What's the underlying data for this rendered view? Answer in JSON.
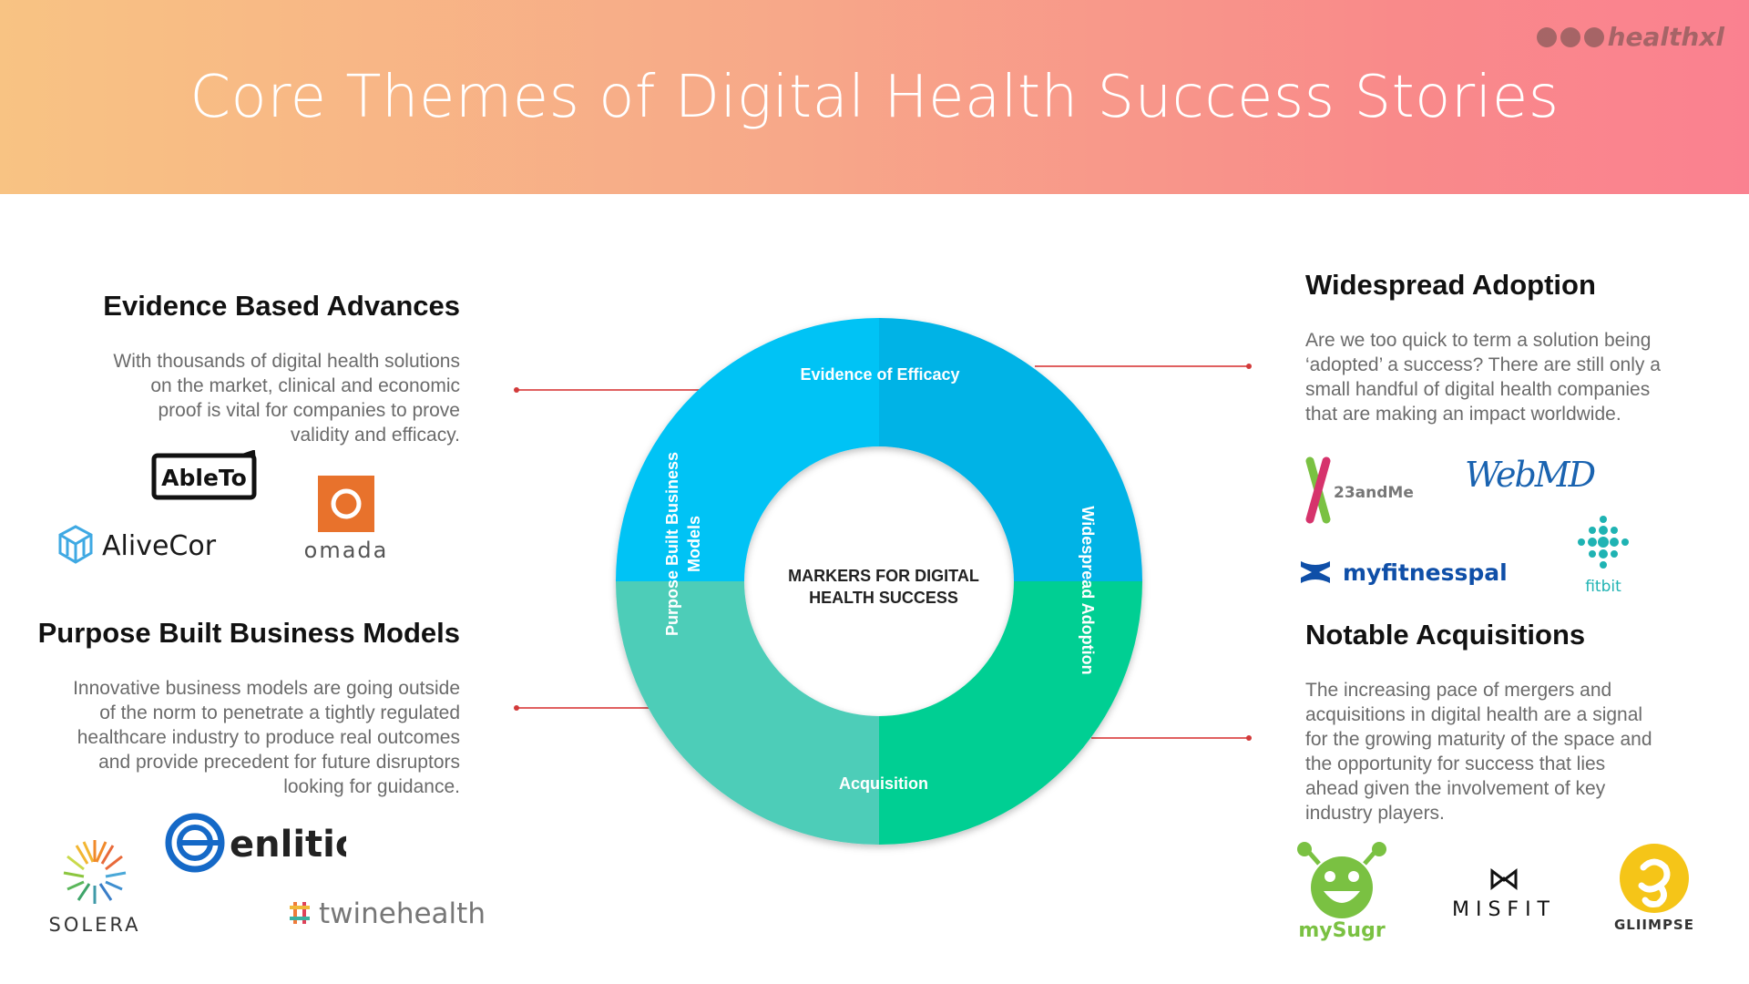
{
  "header": {
    "title": "Core Themes of Digital Health Success Stories",
    "brand": "healthxl"
  },
  "colors": {
    "efficacy": "#00c3f5",
    "adoption": "#00b3e8",
    "acquisition_green": "#00cf93",
    "acquisition_teal": "#4ecdb8",
    "connector": "#d23a3a"
  },
  "diagram": {
    "center_label": [
      "MARKERS FOR DIGITAL",
      "HEALTH SUCCESS"
    ],
    "segments": {
      "efficacy": "Evidence of Efficacy",
      "adoption": "Widespread Adoption",
      "acquisition": "Acquisition",
      "business_models": [
        "Purpose Built Business",
        "Models"
      ]
    }
  },
  "sections": {
    "evidence": {
      "title": "Evidence Based Advances",
      "body": [
        "With thousands of digital health solutions",
        "on the market, clinical and economic",
        "proof is vital for companies to prove",
        "validity and efficacy."
      ],
      "logos": [
        "AbleTo",
        "AliveCor",
        "omada"
      ]
    },
    "business": {
      "title": "Purpose Built Business Models",
      "body": [
        "Innovative business models are going outside",
        "of the norm to penetrate a tightly regulated",
        "healthcare industry to produce real outcomes",
        "and provide precedent for future disruptors",
        "looking for guidance."
      ],
      "logos": [
        "SOLERA",
        "enlitic",
        "twinehealth"
      ]
    },
    "adoption": {
      "title": "Widespread Adoption",
      "body": [
        "Are we too quick to term a solution being",
        "‘adopted’ a success? There are still only a",
        "small handful of digital health companies",
        "that are making an impact worldwide."
      ],
      "logos": [
        "23andMe",
        "WebMD",
        "myfitnesspal",
        "fitbit"
      ]
    },
    "acquisitions": {
      "title": "Notable Acquisitions",
      "body": [
        "The increasing pace of mergers and",
        "acquisitions in digital health are a signal",
        "for the growing maturity of the space and",
        "the opportunity for success that lies",
        "ahead given the involvement of key",
        "industry players."
      ],
      "logos": [
        "mySugr",
        "MISFIT",
        "GLIIMPSE"
      ]
    }
  }
}
